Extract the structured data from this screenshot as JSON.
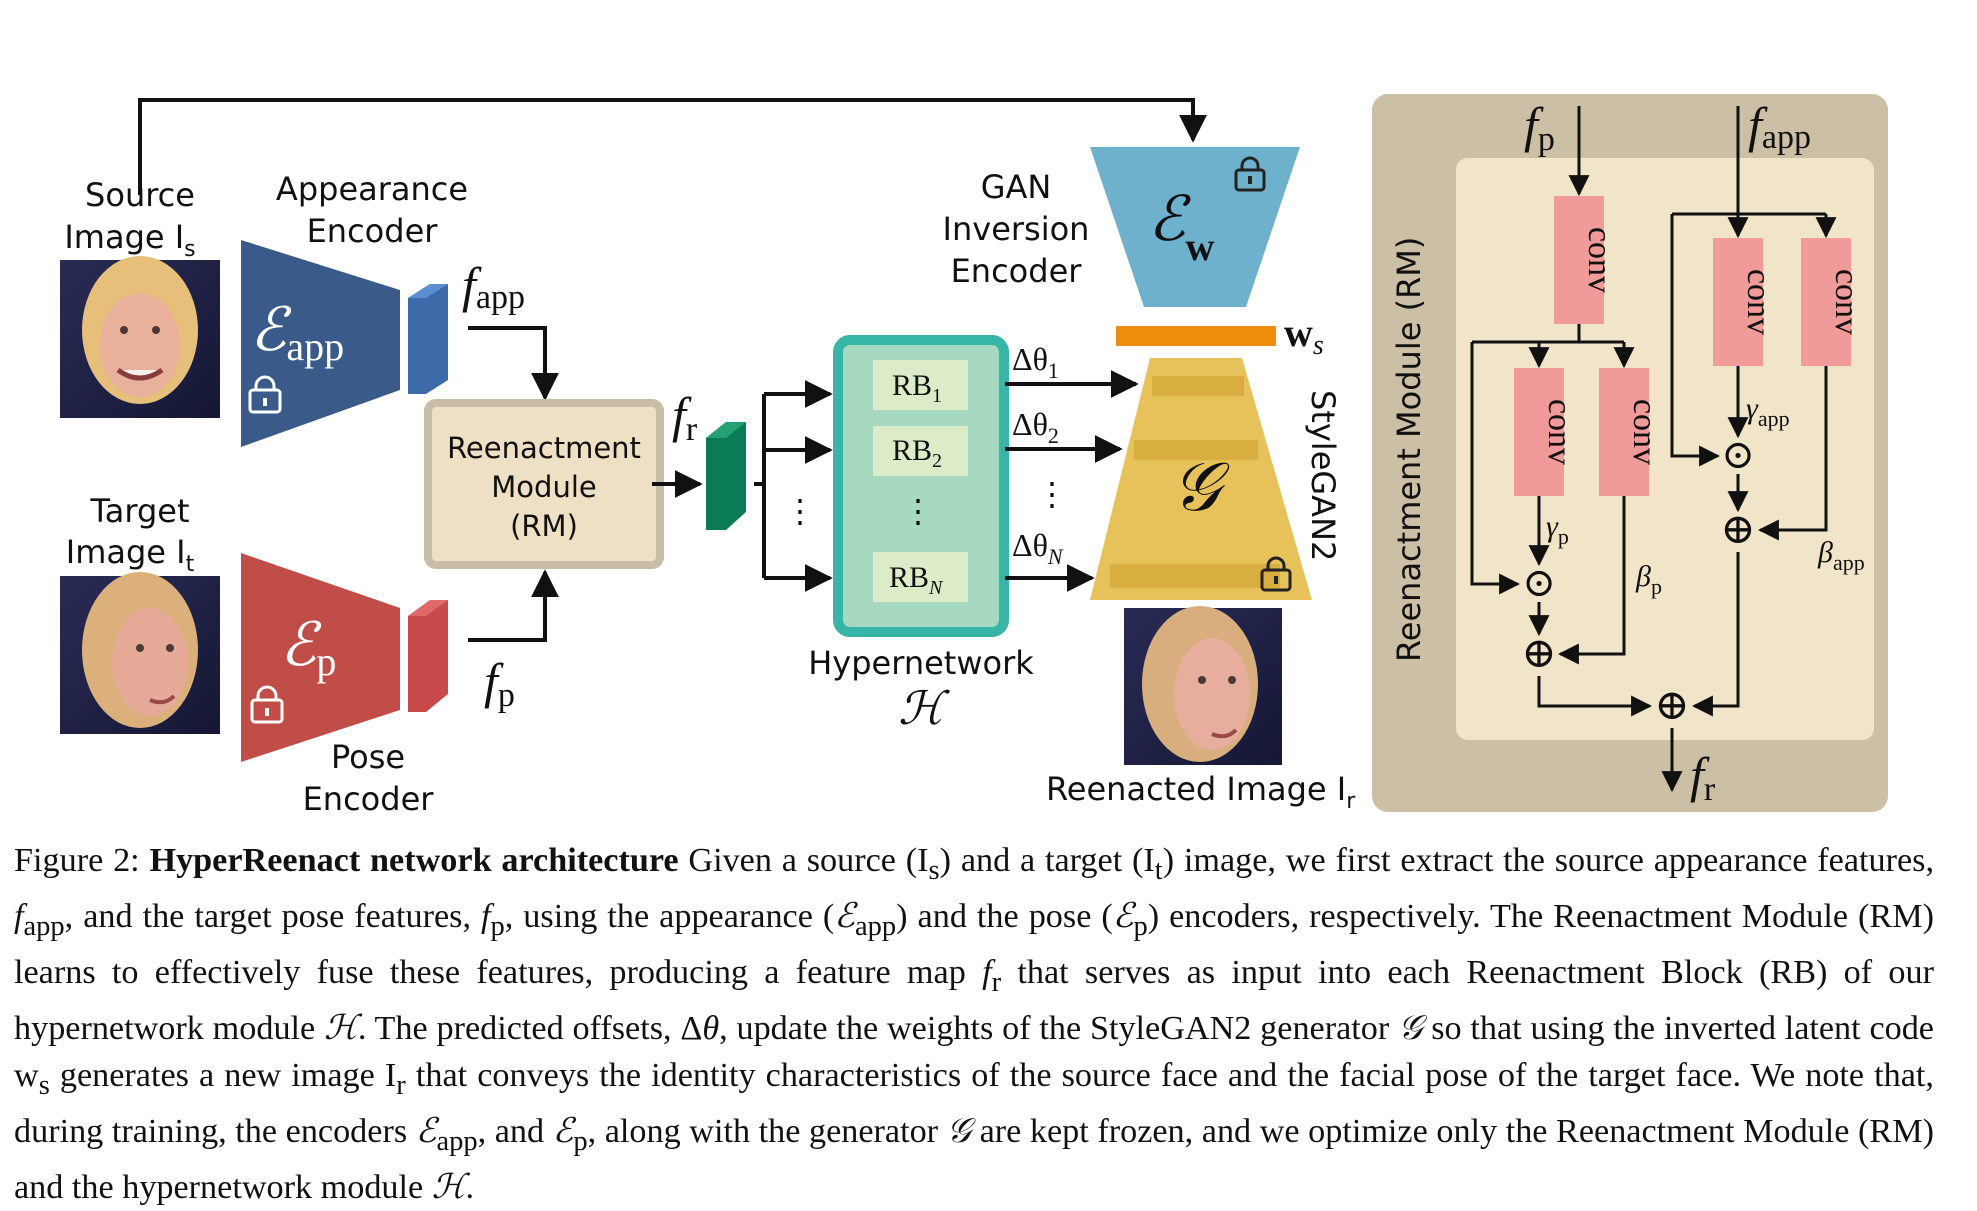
{
  "figure": {
    "source_label": [
      "Source",
      "Image I"
    ],
    "source_sub": "s",
    "target_label": [
      "Target",
      "Image I"
    ],
    "target_sub": "t",
    "appearance_encoder_label": [
      "Appearance",
      "Encoder"
    ],
    "pose_encoder_label": [
      "Pose",
      "Encoder"
    ],
    "enc_app_symbol": "ℰ",
    "enc_app_sub": "app",
    "enc_p_symbol": "ℰ",
    "enc_p_sub": "p",
    "f_app": "f",
    "f_app_sub": "app",
    "f_p": "f",
    "f_p_sub": "p",
    "f_r": "f",
    "f_r_sub": "r",
    "rm_label": [
      "Reenactment",
      "Module",
      "(RM)"
    ],
    "rb_labels": [
      "RB",
      "RB",
      "RB"
    ],
    "rb_subs": [
      "1",
      "2",
      "N"
    ],
    "vdots": "⋮",
    "hypernetwork_label": "Hypernetwork",
    "hypernetwork_symbol": "ℋ",
    "deltas": [
      "Δθ",
      "Δθ",
      "Δθ"
    ],
    "delta_subs": [
      "1",
      "2",
      "N"
    ],
    "gan_inversion_label": [
      "GAN",
      "Inversion",
      "Encoder"
    ],
    "enc_w_symbol": "ℰ",
    "enc_w_sub": "w",
    "ws_label": "w",
    "ws_sub": "s",
    "generator_symbol": "𝒢",
    "stylegan_label": "StyleGAN2",
    "reenacted_label": "Reenacted Image I",
    "reenacted_sub": "r",
    "rm_panel_title": "Reenactment Module (RM)",
    "conv_label": "conv",
    "gamma_app": "γ",
    "gamma_app_sub": "app",
    "gamma_p": "γ",
    "gamma_p_sub": "p",
    "beta_app": "β",
    "beta_app_sub": "app",
    "beta_p": "β",
    "beta_p_sub": "p",
    "odot": "⊙",
    "oplus": "⊕"
  },
  "caption": {
    "label": "Figure 2:",
    "title": "HyperReenact network architecture",
    "parts": [
      " Given a source (I",
      "s",
      ") and a target (I",
      "t",
      ") image, we first extract the source appearance features, ",
      "f",
      "app",
      ", and the target pose features, ",
      "f",
      "p",
      ", using the appearance (",
      "ℰ",
      "app",
      ") and the pose (",
      "ℰ",
      "p",
      ") encoders, respectively. The Reenactment Module (RM) learns to effectively fuse these features, producing a feature map ",
      "f",
      "r",
      " that serves as input into each Reenactment Block (RB) of our hypernetwork module ",
      "ℋ",
      ". The predicted offsets, Δ",
      "θ",
      ", update the weights of the StyleGAN2 generator ",
      "𝒢",
      " so that using the inverted latent code w",
      "s",
      " generates a new image I",
      "r",
      " that conveys the identity characteristics of the source face and the facial pose of the target face. We note that, during training, the encoders ",
      "ℰ",
      "app",
      ", and ",
      "ℰ",
      "p",
      ", along with the generator ",
      "𝒢",
      " are kept frozen, and we optimize only the Reenactment Module (RM) and the hypernetwork module ",
      "ℋ",
      "."
    ]
  },
  "colors": {
    "appearance_encoder": "#3a5a89",
    "pose_encoder": "#c14d48",
    "rm_box": "#ede0c4",
    "hypernetwork": "#5fbfad",
    "gan_encoder": "#6eb1cc",
    "generator": "#e7c15a",
    "ws_bar": "#ef8d0e",
    "rm_panel": "#cbbfa6",
    "conv": "#f19a9a"
  }
}
